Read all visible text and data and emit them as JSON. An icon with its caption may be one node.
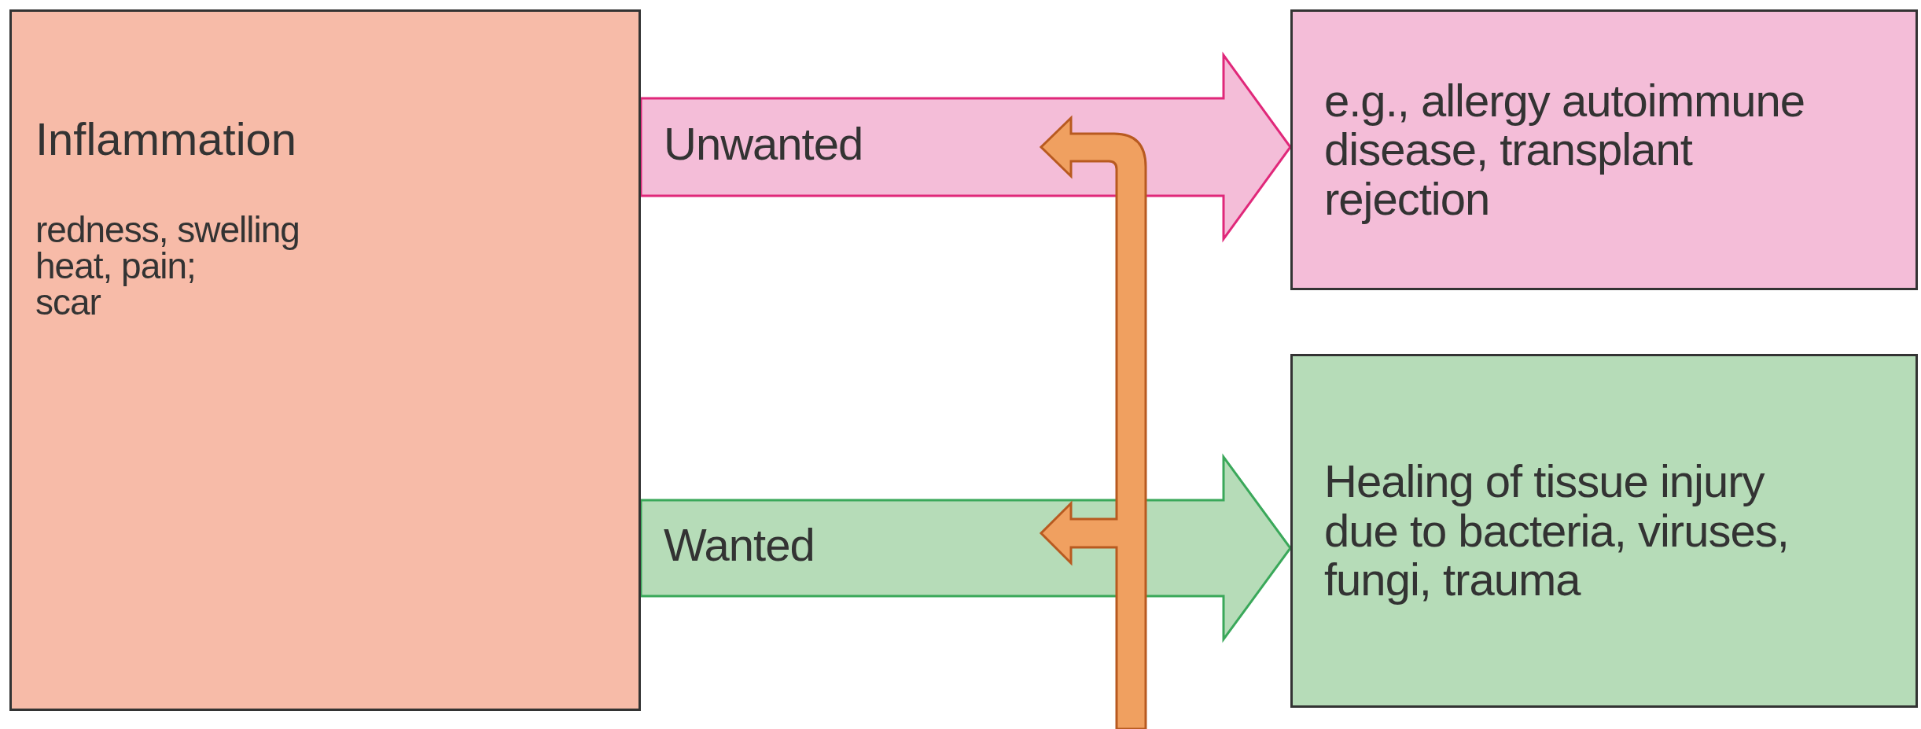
{
  "diagram": {
    "nodes": [
      {
        "text": [
          "Inflammation",
          "redness, swelling heat, pain;",
          "scar"
        ]
      },
      {
        "text": [
          "e.g., allergy autoimmune disease, transplant rejection"
        ]
      },
      {
        "text": [
          "Healing of tissue injury due to bacteria, viruses, fungi, trauma"
        ]
      }
    ],
    "edges": [
      {
        "from": 0,
        "to": 1,
        "arrow": "to",
        "label": "Unwanted",
        "style": "thick",
        "color": "#e0287a"
      },
      {
        "from": 0,
        "to": 2,
        "arrow": "to",
        "label": "Wanted",
        "style": "thick",
        "color": "#3aa85a"
      }
    ]
  }
}
